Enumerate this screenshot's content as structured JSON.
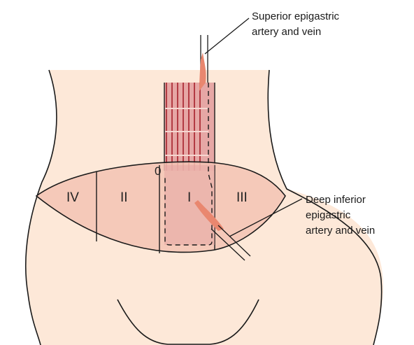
{
  "labels": {
    "superior_line1": "Superior epigastric",
    "superior_line2": "artery and vein",
    "inferior_line1": "Deep inferior",
    "inferior_line2": "epigastric",
    "inferior_line3": "artery and vein"
  },
  "zones": {
    "iv": "IV",
    "ii": "II",
    "i": "I",
    "iii": "III",
    "origin": "0"
  },
  "colors": {
    "skin": "#fde8d8",
    "flap": "#f3c3b4",
    "muscle": "#e3a0a0",
    "muscle_stripe": "#b33b43",
    "vessel": "#e9876f",
    "outline": "#1a1a1a"
  }
}
